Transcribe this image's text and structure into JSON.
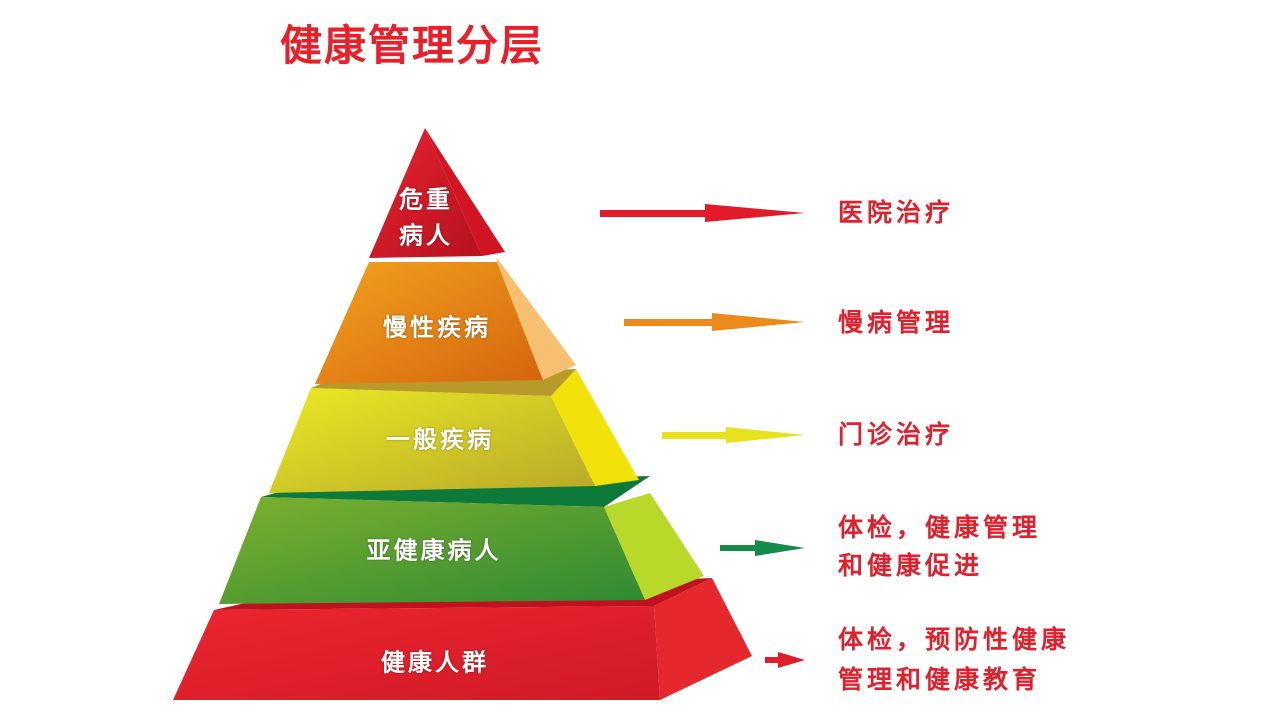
{
  "title": "健康管理分层",
  "tiers": [
    {
      "label_lines": [
        "危重",
        "病人"
      ],
      "color": "#d7192a",
      "outcome_lines": [
        "医院治疗"
      ],
      "arrow_color": "#e21b2a"
    },
    {
      "label": "慢性疾病",
      "color": "#ee8a1a",
      "outcome_lines": [
        "慢病管理"
      ],
      "arrow_color": "#ec8a1c"
    },
    {
      "label": "一般疾病",
      "color": "#d8cf1a",
      "outcome_lines": [
        "门诊治疗"
      ],
      "arrow_color": "#e8e21e"
    },
    {
      "label": "亚健康病人",
      "color": "#4e9a30",
      "outcome_lines": [
        "体检，健康管理",
        "和健康促进"
      ],
      "arrow_color": "#168a4a"
    },
    {
      "label": "健康人群",
      "color": "#e01e2a",
      "outcome_lines": [
        "体检，预防性健康",
        "管理和健康教育"
      ],
      "arrow_color": "#e01e2a"
    }
  ]
}
